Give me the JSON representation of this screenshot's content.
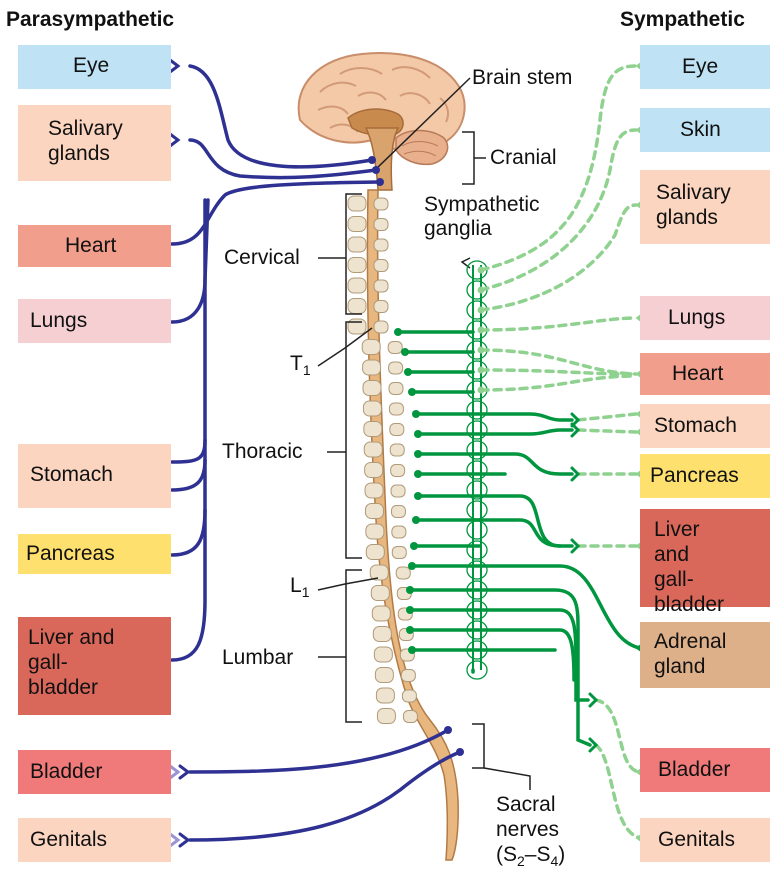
{
  "titles": {
    "left": "Parasympathetic",
    "right": "Sympathetic"
  },
  "parasympathetic": [
    {
      "label": "Eye"
    },
    {
      "label": "Salivary glands"
    },
    {
      "label": "Heart"
    },
    {
      "label": "Lungs"
    },
    {
      "label": "Stomach"
    },
    {
      "label": "Pancreas"
    },
    {
      "label": "Liver and gall-bladder"
    },
    {
      "label": "Bladder"
    },
    {
      "label": "Genitals"
    }
  ],
  "sympathetic": [
    {
      "label": "Eye"
    },
    {
      "label": "Skin"
    },
    {
      "label": "Salivary glands"
    },
    {
      "label": "Lungs"
    },
    {
      "label": "Heart"
    },
    {
      "label": "Stomach"
    },
    {
      "label": "Pancreas"
    },
    {
      "label": "Liver and gall-bladder"
    },
    {
      "label": "Adrenal gland"
    },
    {
      "label": "Bladder"
    },
    {
      "label": "Genitals"
    }
  ],
  "labels": {
    "brain_stem": "Brain stem",
    "cranial": "Cranial",
    "sympathetic_ganglia": "Sympathetic ganglia",
    "cervical": "Cervical",
    "t1": "T",
    "t1_sub": "1",
    "thoracic": "Thoracic",
    "l1": "L",
    "l1_sub": "1",
    "lumbar": "Lumbar",
    "sacral_line1": "Sacral",
    "sacral_line2": "nerves",
    "sacral_s": "(S",
    "sacral_s2": "2",
    "sacral_dash": "–S",
    "sacral_s4": "4",
    "sacral_close": ")"
  },
  "colors": {
    "parasympathetic_nerve": "#2e3192",
    "sympathetic_nerve": "#00963f",
    "sympathetic_dashed": "#8fd18f",
    "blue_box": "#bfe3f5",
    "peach_box": "#fbd5c0",
    "pink_box": "#f6cfd3",
    "heart_box": "#f29e8c",
    "yellow_box": "#fde06e",
    "liver_box": "#d9685a",
    "bladder_box": "#f07a7a",
    "adrenal_box": "#deb08a"
  }
}
